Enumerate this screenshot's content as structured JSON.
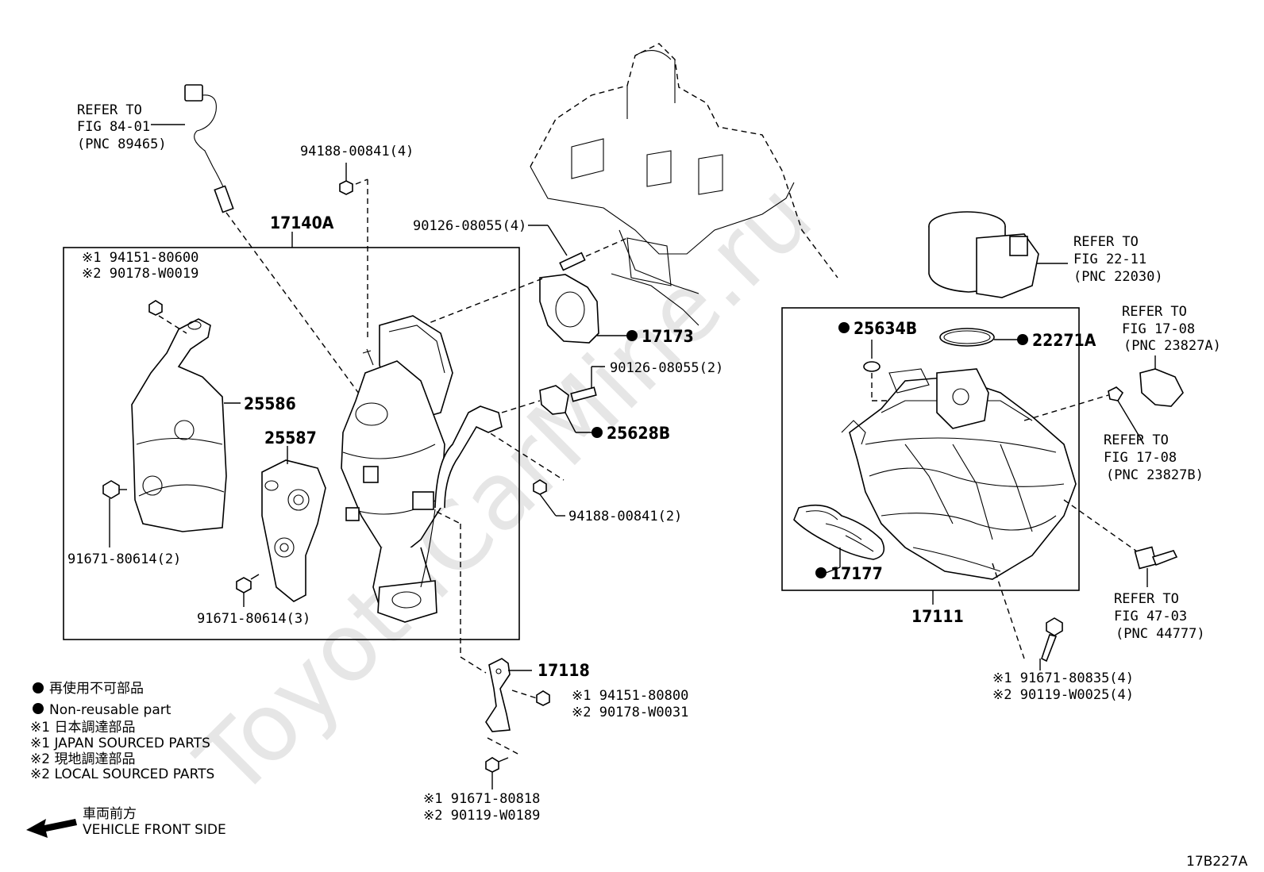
{
  "watermark": "ToyotaCarMine.ru",
  "diagram_id": "17B227A",
  "groups": {
    "exhaust_group": "17140A",
    "intake_group": "17111"
  },
  "parts": {
    "p94188_4": "94188-00841(4)",
    "p90126_4": "90126-08055(4)",
    "p17173": "17173",
    "p90126_2": "90126-08055(2)",
    "p25628B": "25628B",
    "p94188_2": "94188-00841(2)",
    "p25586": "25586",
    "p25587": "25587",
    "p91671_2": "91671-80614(2)",
    "p91671_3": "91671-80614(3)",
    "p17118": "17118",
    "p25634B": "25634B",
    "p22271A": "22271A",
    "p17177": "17177"
  },
  "multi_parts": {
    "shield_nut_1": "※1 94151-80600",
    "shield_nut_2": "※2 90178-W0019",
    "bracket_nut_1": "※1 94151-80800",
    "bracket_nut_2": "※2 90178-W0031",
    "bracket_bolt_1": "※1 91671-80818",
    "bracket_bolt_2": "※2 90119-W0189",
    "manifold_bolt_1": "※1 91671-80835(4)",
    "manifold_bolt_2": "※2 90119-W0025(4)"
  },
  "refers": {
    "sensor": [
      "REFER TO",
      "FIG 84-01",
      "(PNC 89465)"
    ],
    "throttle": [
      "REFER TO",
      "FIG 22-11",
      "(PNC 22030)"
    ],
    "vsv_a": [
      "REFER TO",
      "FIG 17-08",
      "(PNC 23827A)"
    ],
    "vsv_b": [
      "REFER TO",
      "FIG 17-08",
      "(PNC 23827B)"
    ],
    "map_sensor": [
      "REFER TO",
      "FIG 47-03",
      "(PNC 44777)"
    ]
  },
  "legend": {
    "nonreusable_jp": "再使用不可部品",
    "nonreusable_en": "Non-reusable part",
    "s1_jp": "※1  日本調達部品",
    "s1_en": "※1  JAPAN SOURCED PARTS",
    "s2_jp": "※2  現地調達部品",
    "s2_en": "※2  LOCAL SOURCED PARTS",
    "front_jp": "車両前方",
    "front_en": "VEHICLE FRONT SIDE"
  }
}
